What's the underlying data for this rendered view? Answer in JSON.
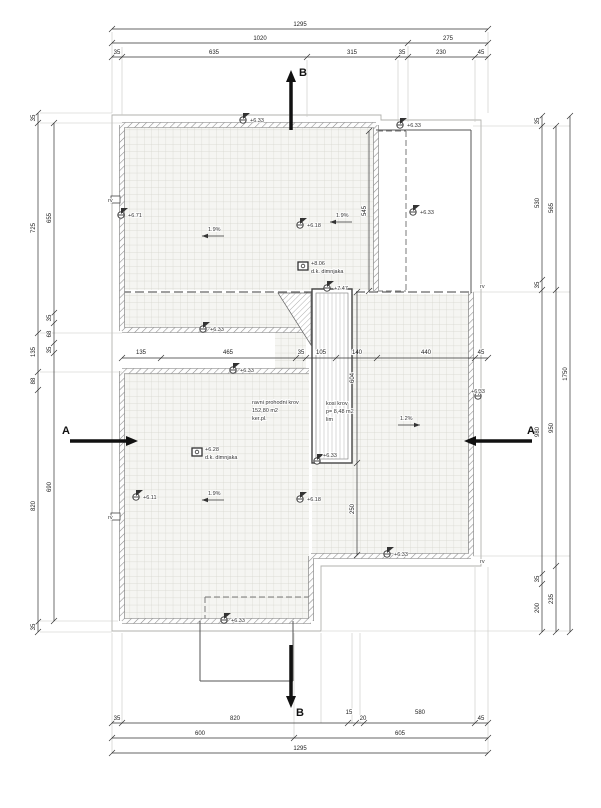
{
  "dims": {
    "top": {
      "total": "1295",
      "row2": [
        "1020",
        "275"
      ],
      "row3": [
        "35",
        "635",
        "315",
        "35",
        "230",
        "45"
      ]
    },
    "bottom": {
      "row1": [
        "35",
        "820",
        "15",
        "20",
        "580",
        "45"
      ],
      "row2": [
        "600",
        "605"
      ],
      "total": "1295"
    },
    "left": {
      "outer": [
        "35",
        "725",
        "135",
        "88",
        "820",
        "35"
      ],
      "inner": [
        "655",
        "35",
        "68",
        "35",
        "690"
      ]
    },
    "right": {
      "inner": [
        "35",
        "530",
        "35",
        "980",
        "35",
        "200"
      ],
      "outer": [
        "565",
        "950",
        "235"
      ],
      "total": "1750"
    },
    "middle": [
      "135",
      "465",
      "35",
      "105",
      "140",
      "440",
      "45"
    ],
    "vertical": [
      "545",
      "604",
      "250"
    ]
  },
  "levels": [
    "+6.33",
    "+6.33",
    "+6.71",
    "+6.18",
    "+6.33",
    "+8.06",
    "+7.47",
    "+6.33",
    "+6.33",
    "+6.33",
    "+6.28",
    "+6.11",
    "+6.18",
    "+6.33",
    "+6.33",
    "+6.33"
  ],
  "slopes": [
    "1.9%",
    "1.9%",
    "1.2%",
    "1.9%"
  ],
  "labels": {
    "chimney": "d.k. dimnjaka",
    "drain": "rv"
  },
  "areas": {
    "flat": [
      "ravni prohodni krov",
      "152,80 m2",
      "ker.pl."
    ],
    "pitched": [
      "kosi krov",
      "p= 8,48 m2",
      "lim"
    ]
  },
  "sections": {
    "a": "A",
    "b": "B"
  },
  "colors": {
    "line": "#333333",
    "wall": "#777777",
    "grid": "#d4d4cd",
    "fill": "#f5f5f2"
  }
}
